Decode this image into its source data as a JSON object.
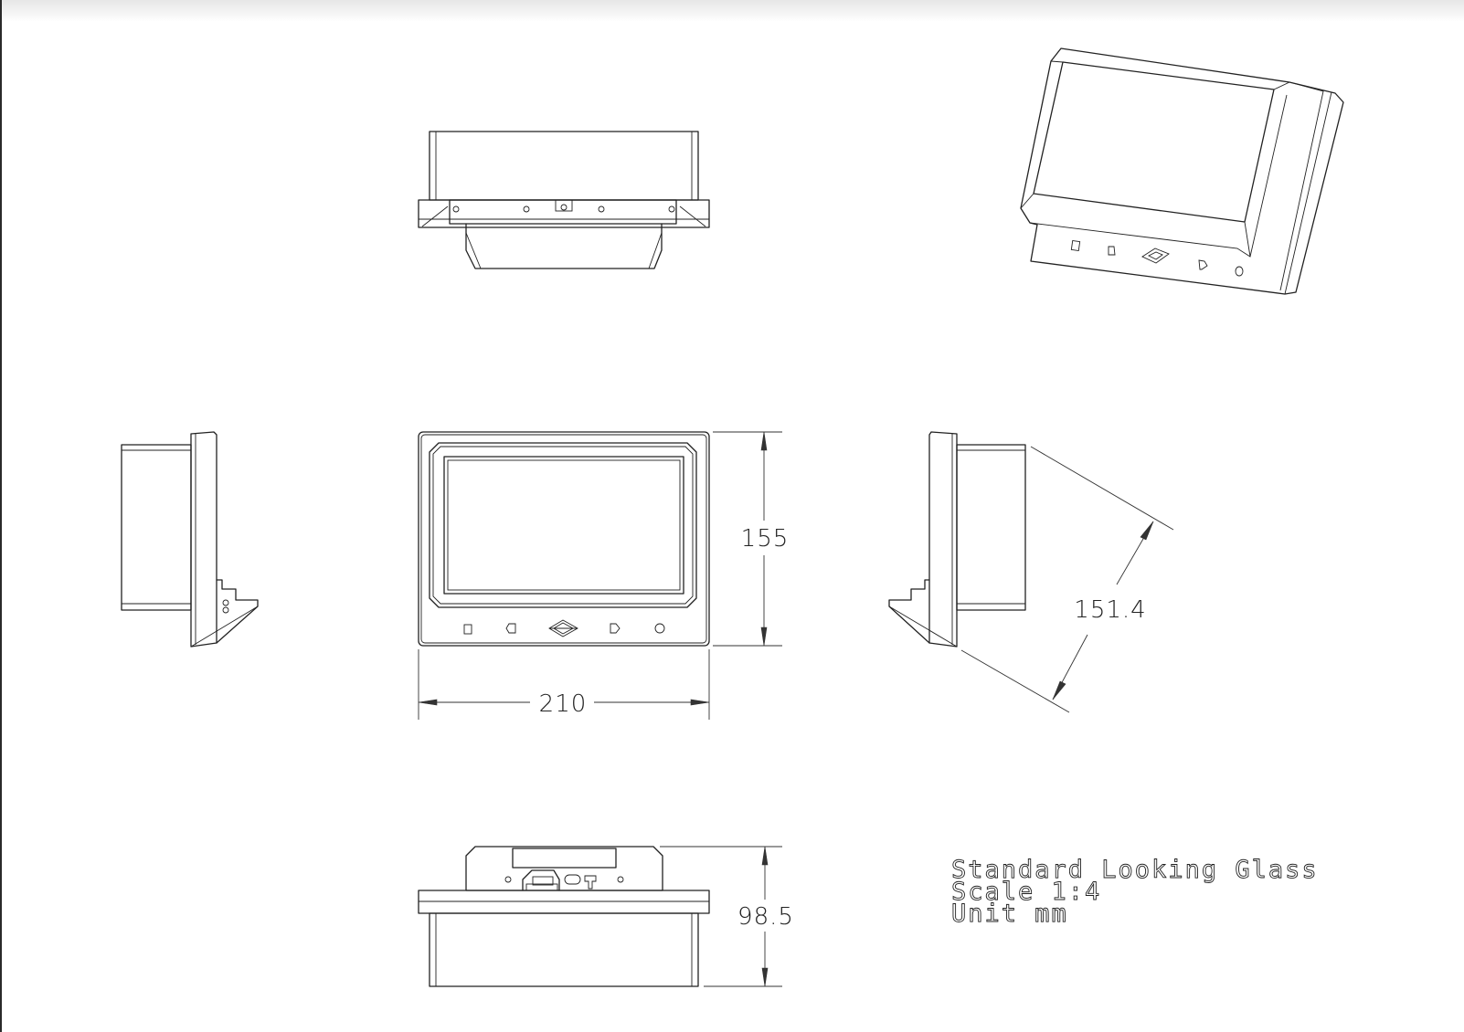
{
  "dimensions": {
    "width": "210",
    "height": "155",
    "diagonal": "151.4",
    "depth": "98.5"
  },
  "notes": {
    "title": "Standard Looking Glass",
    "scale": "Scale 1:4",
    "unit": "Unit mm"
  },
  "colors": {
    "line": "#222222",
    "background": "#ffffff"
  }
}
